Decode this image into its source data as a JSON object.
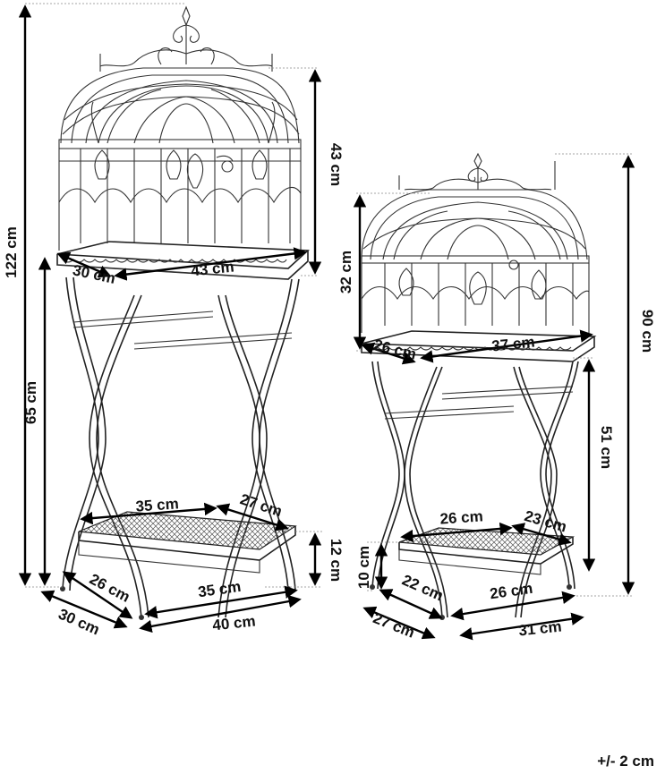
{
  "tolerance": "+/- 2 cm",
  "large_stand": {
    "height_total": "122 cm",
    "cage_height": "43 cm",
    "legs_height": "65 cm",
    "tray_depth": "30 cm",
    "tray_width": "43 cm",
    "shelf_width_top": "35 cm",
    "shelf_depth_top": "27 cm",
    "shelf_height": "12 cm",
    "shelf_depth": "26 cm",
    "shelf_width": "35 cm",
    "base_depth": "30 cm",
    "base_width": "40 cm"
  },
  "small_stand": {
    "height_total": "90 cm",
    "cage_height": "32 cm",
    "legs_height": "51 cm",
    "tray_depth": "26 cm",
    "tray_width": "37 cm",
    "shelf_width_top": "26 cm",
    "shelf_depth_top": "23 cm",
    "shelf_height": "10 cm",
    "shelf_depth": "22 cm",
    "shelf_width": "26 cm",
    "base_depth": "27 cm",
    "base_width": "31 cm"
  }
}
